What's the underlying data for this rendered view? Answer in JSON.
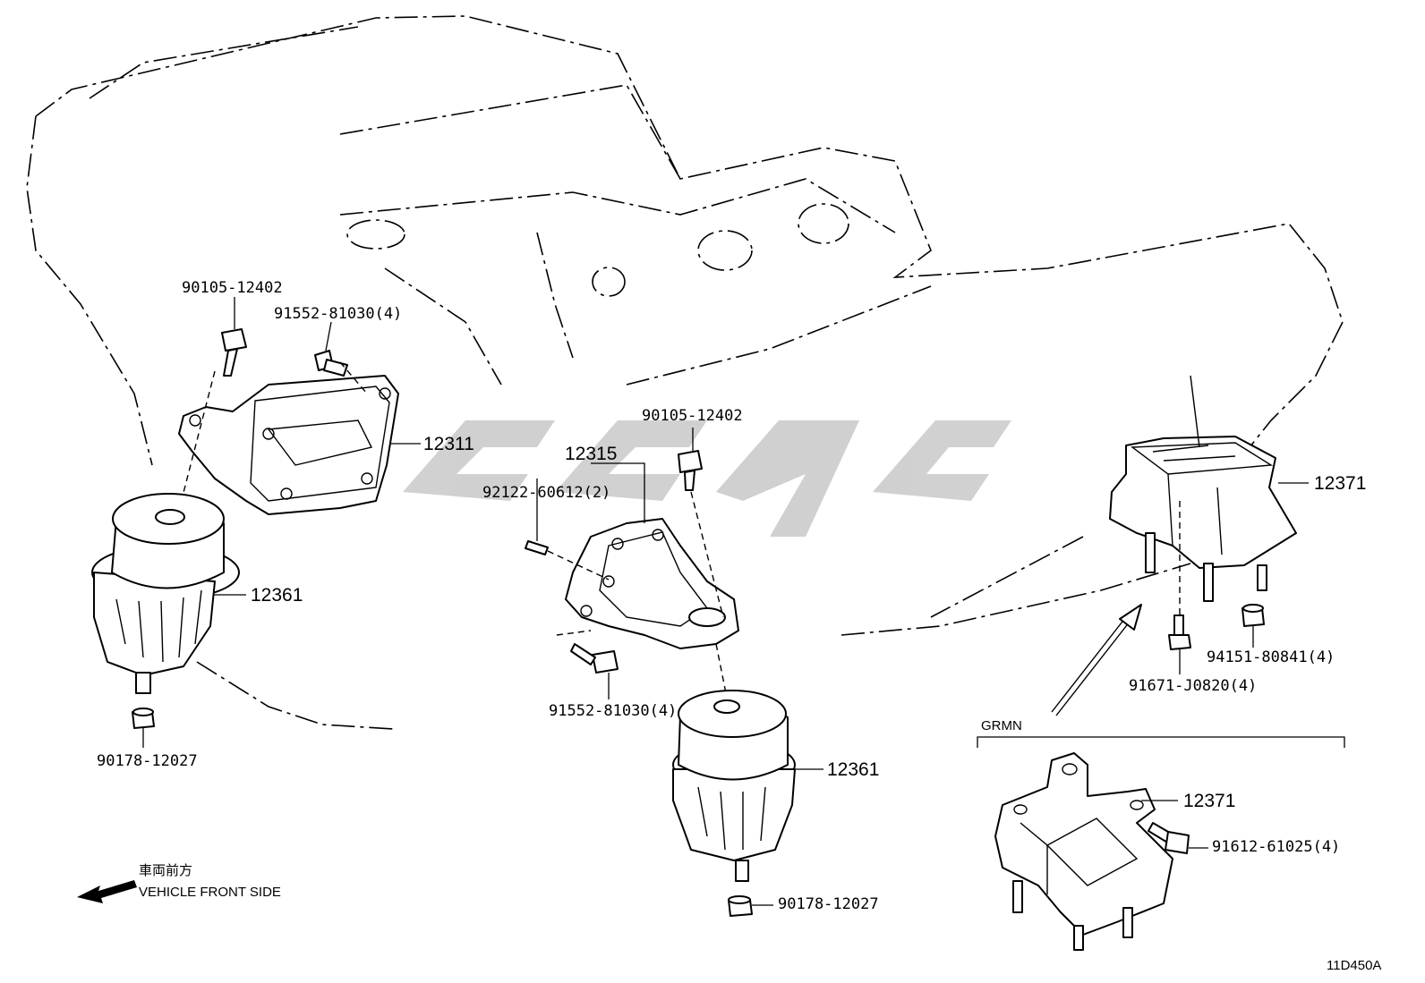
{
  "diagram_code": "11D450A",
  "watermark_text": "ccpc",
  "section_label": "GRMN",
  "direction": {
    "japanese": "車両前方",
    "english": "VEHICLE FRONT SIDE"
  },
  "labels": {
    "left_bolt_top": "90105-12402",
    "left_bolts": "91552-81030(4)",
    "left_bracket": "12311",
    "left_insulator": "12361",
    "left_nut": "90178-12027",
    "center_bracket": "12315",
    "center_bolt_top": "90105-12402",
    "center_stud": "92122-60612(2)",
    "center_bolts": "91552-81030(4)",
    "center_insulator": "12361",
    "center_nut": "90178-12027",
    "rear_mount": "12371",
    "rear_nut": "94151-80841(4)",
    "rear_bolt": "91671-J0820(4)",
    "grmn_mount": "12371",
    "grmn_bolt": "91612-61025(4)"
  }
}
